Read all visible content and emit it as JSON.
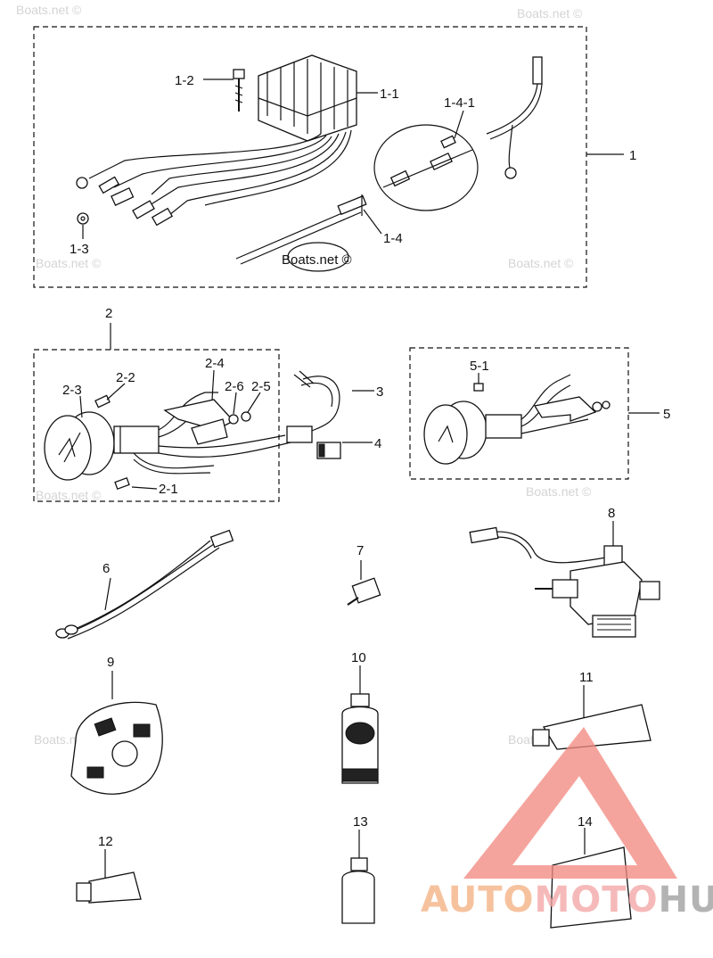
{
  "watermarks": [
    "Boats.net ©",
    "Boats.net ©",
    "Boats.net ©",
    "Boats.net ©",
    "Boats.net ©",
    "Boats.net ©",
    "Boats.net ©",
    "Boats.net ©"
  ],
  "callouts": {
    "c1": "1",
    "c1_1": "1-1",
    "c1_2": "1-2",
    "c1_3": "1-3",
    "c1_4": "1-4",
    "c1_4_1": "1-4-1",
    "c2": "2",
    "c2_1": "2-1",
    "c2_2": "2-2",
    "c2_3": "2-3",
    "c2_4": "2-4",
    "c2_5": "2-5",
    "c2_6": "2-6",
    "c3": "3",
    "c4": "4",
    "c5": "5",
    "c5_1": "5-1",
    "c6": "6",
    "c7": "7",
    "c8": "8",
    "c9": "9",
    "c10": "10",
    "c11": "11",
    "c12": "12",
    "c13": "13",
    "c14": "14"
  },
  "inline_tag": "Boats.net ©",
  "logo": {
    "part_a": "AUTO",
    "part_b": "MOTO",
    "part_c": "HUB",
    "color_a": "#f4b183",
    "color_b": "#f4a6a6",
    "color_c": "#9e9e9e",
    "triangle_color": "#f28b82"
  }
}
